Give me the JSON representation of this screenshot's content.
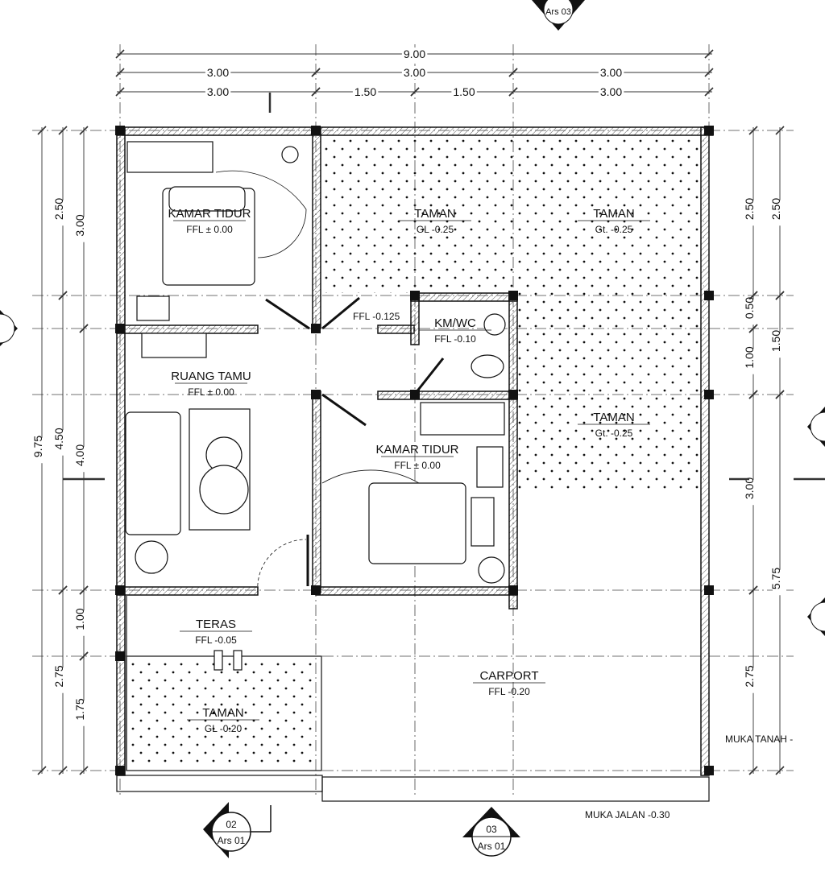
{
  "dimensions": {
    "top": [
      "9.00",
      "3.00",
      "3.00",
      "3.00",
      "3.00",
      "1.50",
      "1.50",
      "3.00"
    ],
    "left": [
      "9.75",
      "2.50",
      "4.50",
      "2.75",
      "3.00",
      "4.00",
      "1.00",
      "1.75"
    ],
    "right": [
      "2.50",
      "0.50",
      "1.00",
      "3.00",
      "2.75",
      "2.50",
      "1.50",
      "5.75"
    ]
  },
  "rooms": [
    {
      "name": "KAMAR TIDUR",
      "level": "FFL ± 0.00"
    },
    {
      "name": "TAMAN",
      "level": "GL -0.25"
    },
    {
      "name": "TAMAN",
      "level": "Gt. -0.25"
    },
    {
      "name": "KM/WC",
      "level": "FFL -0.10"
    },
    {
      "name": "RUANG TAMU",
      "level": "FFL ± 0.00"
    },
    {
      "name": "KAMAR TIDUR",
      "level": "FFL ± 0.00"
    },
    {
      "name": "TAMAN",
      "level": "Gt. -0.25"
    },
    {
      "name": "TERAS",
      "level": "FFL -0.05"
    },
    {
      "name": "TAMAN",
      "level": "GL -0.20"
    },
    {
      "name": "CARPORT",
      "level": "FFL -0.20"
    }
  ],
  "levels": {
    "corridor": "FFL -0.125",
    "ground": "MUKA TANAH -",
    "road": "MUKA JALAN -0.30"
  },
  "section_markers": [
    {
      "number": "",
      "sheet": "Ars 03"
    },
    {
      "number": "02",
      "sheet": "Ars 01"
    },
    {
      "number": "03",
      "sheet": "Ars 01"
    }
  ],
  "colors": {
    "line": "#111111",
    "hatch": "#555555"
  }
}
